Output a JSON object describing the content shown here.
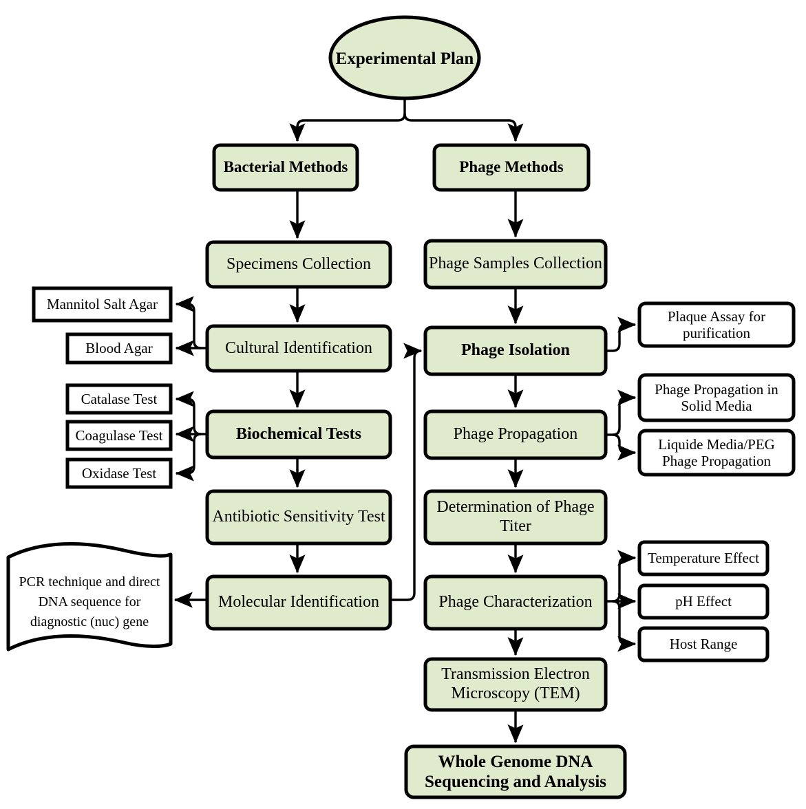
{
  "diagram": {
    "title": "Experimental Plan",
    "colors": {
      "node_fill": "#dfebcc",
      "node_stroke": "#000000",
      "plain_fill": "#ffffff",
      "background": "#ffffff"
    },
    "nodes": {
      "experimental_plan": "Experimental Plan",
      "bacterial_methods": "Bacterial Methods",
      "phage_methods": "Phage Methods",
      "specimens_collection": "Specimens Collection",
      "phage_samples_collection": "Phage Samples Collection",
      "cultural_identification": "Cultural Identification",
      "phage_isolation": "Phage Isolation",
      "biochemical_tests": "Biochemical Tests",
      "phage_propagation": "Phage Propagation",
      "antibiotic_sensitivity_test": "Antibiotic Sensitivity Test",
      "determination_of_phage_titer": "Determination of Phage Titer",
      "molecular_identification": "Molecular Identification",
      "phage_characterization": "Phage Characterization",
      "transmission_electron_microscopy": "Transmission Electron Microscopy (TEM)",
      "whole_genome_dna": "Whole Genome DNA Sequencing and Analysis",
      "mannitol_salt_agar": "Mannitol Salt Agar",
      "blood_agar": "Blood Agar",
      "catalase_test": "Catalase Test",
      "coagulase_test": "Coagulase Test",
      "oxidase_test": "Oxidase Test",
      "pcr_technique": "PCR technique and direct DNA sequence for diagnostic (nuc) gene",
      "plaque_assay": "Plaque Assay for purification",
      "phage_propagation_solid": "Phage Propagation in Solid Media",
      "liquid_media_peg": "Liquide Media/PEG Phage Propagation",
      "temperature_effect": "Temperature Effect",
      "ph_effect": "pH Effect",
      "host_range": "Host Range"
    },
    "edges": [
      {
        "from": "experimental_plan",
        "to": "bacterial_methods"
      },
      {
        "from": "experimental_plan",
        "to": "phage_methods"
      },
      {
        "from": "bacterial_methods",
        "to": "specimens_collection"
      },
      {
        "from": "specimens_collection",
        "to": "cultural_identification"
      },
      {
        "from": "cultural_identification",
        "to": "biochemical_tests"
      },
      {
        "from": "cultural_identification",
        "to": "mannitol_salt_agar"
      },
      {
        "from": "cultural_identification",
        "to": "blood_agar"
      },
      {
        "from": "biochemical_tests",
        "to": "antibiotic_sensitivity_test"
      },
      {
        "from": "biochemical_tests",
        "to": "catalase_test"
      },
      {
        "from": "biochemical_tests",
        "to": "coagulase_test"
      },
      {
        "from": "biochemical_tests",
        "to": "oxidase_test"
      },
      {
        "from": "antibiotic_sensitivity_test",
        "to": "molecular_identification"
      },
      {
        "from": "molecular_identification",
        "to": "pcr_technique"
      },
      {
        "from": "molecular_identification",
        "to": "phage_isolation"
      },
      {
        "from": "phage_methods",
        "to": "phage_samples_collection"
      },
      {
        "from": "phage_samples_collection",
        "to": "phage_isolation"
      },
      {
        "from": "phage_isolation",
        "to": "plaque_assay"
      },
      {
        "from": "phage_isolation",
        "to": "phage_propagation"
      },
      {
        "from": "phage_propagation",
        "to": "phage_propagation_solid"
      },
      {
        "from": "phage_propagation",
        "to": "liquid_media_peg"
      },
      {
        "from": "phage_propagation",
        "to": "determination_of_phage_titer"
      },
      {
        "from": "determination_of_phage_titer",
        "to": "phage_characterization"
      },
      {
        "from": "phage_characterization",
        "to": "temperature_effect"
      },
      {
        "from": "phage_characterization",
        "to": "ph_effect"
      },
      {
        "from": "phage_characterization",
        "to": "host_range"
      },
      {
        "from": "phage_characterization",
        "to": "transmission_electron_microscopy"
      },
      {
        "from": "transmission_electron_microscopy",
        "to": "whole_genome_dna"
      }
    ]
  }
}
